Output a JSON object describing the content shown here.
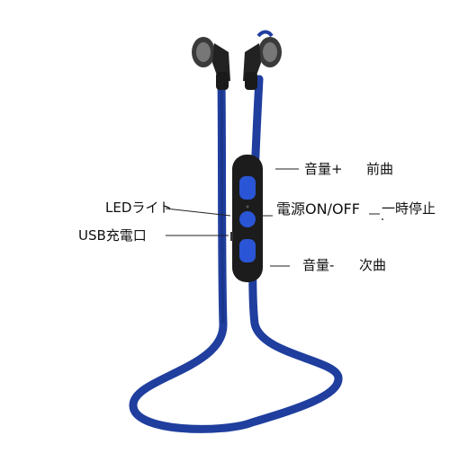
{
  "labels": {
    "volume_up": "音量+",
    "previous_track": "前曲",
    "led_light": "LEDライト",
    "power_onoff": "電源ON/OFF",
    "pause": "一時停止",
    "usb_charging": "USB充電口",
    "volume_down": "音量-",
    "next_track": "次曲"
  },
  "colors": {
    "cable": "#1f3e9e",
    "cable_shade": "#152c78",
    "remote_body": "#1c1c1c",
    "remote_button": "#2a55d6",
    "earbud": "#2a2a2a"
  }
}
